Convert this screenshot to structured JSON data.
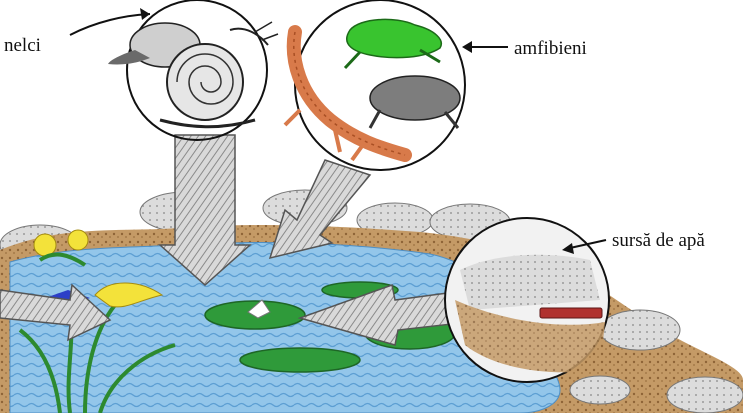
{
  "labels": {
    "snails": "nelci",
    "amphibians": "amfibieni",
    "water_source": "sursă de apă"
  },
  "colors": {
    "water": "#8fc3e8",
    "water_edge": "#5a9fd4",
    "mud": "#b88a56",
    "lily_pad": "#2f9a3a",
    "frog": "#39c42f",
    "newt": "#e2895a",
    "arrow_fill": "#c9c9c9",
    "ink": "#111111"
  }
}
